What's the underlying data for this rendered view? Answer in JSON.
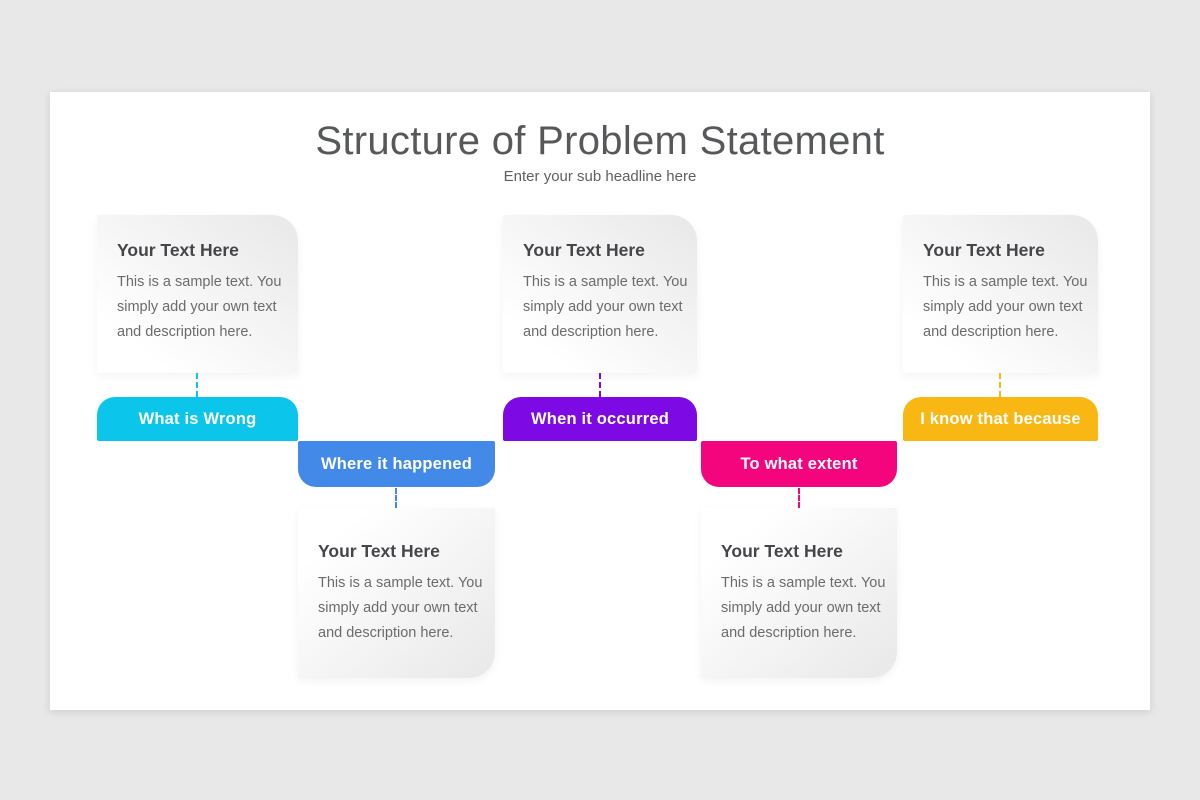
{
  "slide": {
    "title": "Structure of Problem Statement",
    "subtitle": "Enter your sub headline here"
  },
  "palette": {
    "background": "#e8e8e8",
    "slide_background": "#ffffff",
    "title_text": "#57585a",
    "card_heading_text": "#454649",
    "card_body_text": "#6a6b6d"
  },
  "items": [
    {
      "label": "What is Wrong",
      "color": "#0cc5ea",
      "position": "top",
      "card": {
        "heading": "Your Text Here",
        "body_lines": [
          "This is a sample text. You",
          "simply add your own text",
          "and description here."
        ]
      }
    },
    {
      "label": "Where it happened",
      "color": "#4289e8",
      "position": "bottom",
      "card": {
        "heading": "Your Text Here",
        "body_lines": [
          "This is a sample text. You",
          "simply add your own text",
          "and description here."
        ]
      }
    },
    {
      "label": "When it occurred",
      "color": "#7d0ae4",
      "position": "top",
      "card": {
        "heading": "Your Text Here",
        "body_lines": [
          "This is a sample text. You",
          "simply add your own text",
          "and description here."
        ]
      }
    },
    {
      "label": "To what extent",
      "color": "#f4047d",
      "position": "bottom",
      "card": {
        "heading": "Your Text Here",
        "body_lines": [
          "This is a sample text. You",
          "simply add your own text",
          "and description here."
        ]
      }
    },
    {
      "label": "I know that because",
      "color": "#f8b713",
      "position": "top",
      "card": {
        "heading": "Your Text Here",
        "body_lines": [
          "This is a sample text. You",
          "simply add your own text",
          "and description here."
        ]
      }
    }
  ]
}
